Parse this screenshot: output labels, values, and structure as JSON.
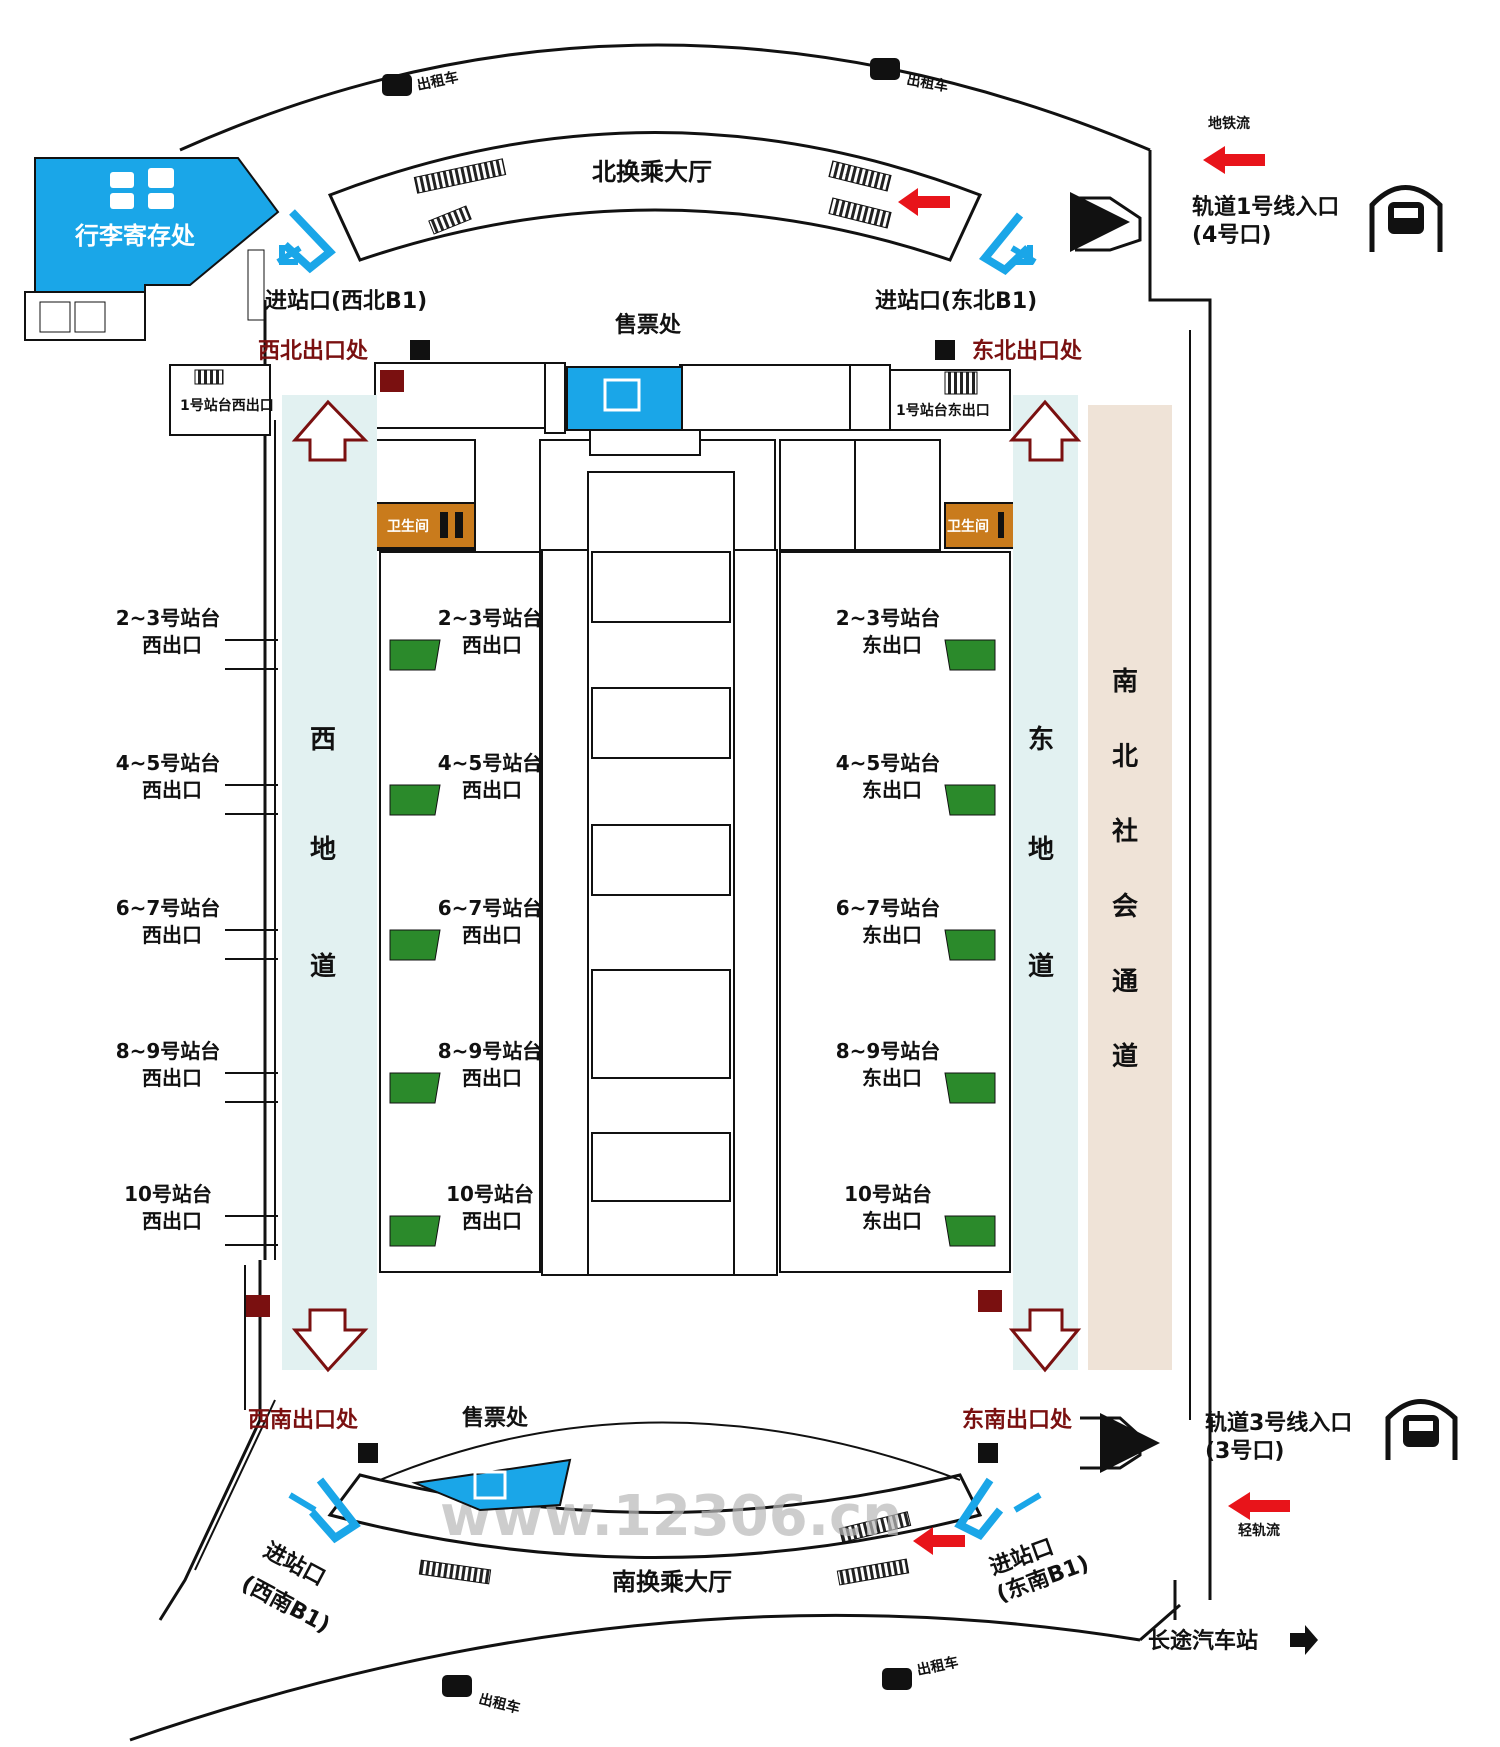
{
  "colors": {
    "blue": "#1aa6e8",
    "corridor": "#e2f1f1",
    "ns_passage": "#efe3d7",
    "restroom": "#c97b1c",
    "dark_red_label": "#7a1010",
    "red_arrow": "#e8141a",
    "stair_green": "#2b8a2b"
  },
  "icons": [
    "taxi-icon",
    "luggage-icon",
    "phone-icon",
    "metro-train-icon",
    "ticket-icon",
    "restroom-person-icon",
    "red-flow-arrow-icon",
    "entrance-arrow-icon",
    "exit-arrow-icon",
    "escalator-icon",
    "stairs-icon"
  ],
  "watermark": "www.12306.cn",
  "taxi": [
    "出租车",
    "出租车",
    "出租车",
    "出租车"
  ],
  "luggage_storage": "行李寄存处",
  "north_hall": "北换乘大厅",
  "south_hall": "南换乘大厅",
  "ticket_north": "售票处",
  "ticket_south": "售票处",
  "entrances": {
    "nw": "进站口(西北B1)",
    "ne": "进站口(东北B1)",
    "sw_line1": "进站口",
    "sw_line2": "(西南B1)",
    "se_line1": "进站口",
    "se_line2": "(东南B1)"
  },
  "exits": {
    "nw": "西北出口处",
    "ne": "东北出口处",
    "sw": "西南出口处",
    "se": "东南出口处",
    "p1_west": "1号站台西出口",
    "p1_east": "1号站台东出口"
  },
  "restroom": "卫生间",
  "corridors": {
    "west": [
      "西",
      "地",
      "道"
    ],
    "east": [
      "东",
      "地",
      "道"
    ],
    "ns_passage": [
      "南",
      "北",
      "社",
      "会",
      "通",
      "道"
    ]
  },
  "platforms": [
    {
      "name": "2~3号站台",
      "west": "西出口",
      "east": "东出口"
    },
    {
      "name": "4~5号站台",
      "west": "西出口",
      "east": "东出口"
    },
    {
      "name": "6~7号站台",
      "west": "西出口",
      "east": "东出口"
    },
    {
      "name": "8~9号站台",
      "west": "西出口",
      "east": "东出口"
    },
    {
      "name": "10号站台",
      "west": "西出口",
      "east": "东出口"
    }
  ],
  "transit": {
    "metro_flow": "地铁流",
    "line1_entrance": "轨道1号线入口",
    "line1_gate": "(4号口)",
    "lightrail_flow": "轻轨流",
    "line3_entrance": "轨道3号线入口",
    "line3_gate": "(3号口)",
    "long_distance_bus": "长途汽车站"
  }
}
